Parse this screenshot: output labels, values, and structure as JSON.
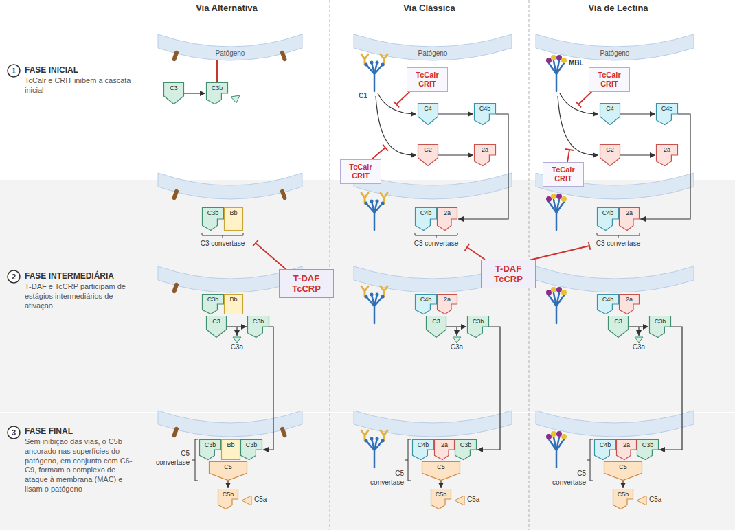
{
  "diagram": {
    "nodes": [
      {
        "text": [
          "C3"
        ]
      },
      {
        "text": [
          "C3b"
        ]
      },
      {
        "text": [
          "TcCalr CRIT"
        ]
      },
      {
        "text": [
          "C4"
        ]
      },
      {
        "text": [
          "C4b"
        ]
      },
      {
        "text": [
          "C2"
        ]
      },
      {
        "text": [
          "2a"
        ]
      },
      {
        "text": [
          "TcCalr CRIT"
        ]
      },
      {
        "text": [
          "TcCalr CRIT"
        ]
      },
      {
        "text": [
          "C4"
        ]
      },
      {
        "text": [
          "C4b"
        ]
      },
      {
        "text": [
          "C2"
        ]
      },
      {
        "text": [
          "2a"
        ]
      },
      {
        "text": [
          "TcCalr CRIT"
        ]
      },
      {
        "text": [
          "C3b"
        ]
      },
      {
        "text": [
          "Bb"
        ]
      },
      {
        "text": [
          "T-DAF TcCRP"
        ]
      },
      {
        "text": [
          "C4b"
        ]
      },
      {
        "text": [
          "2a"
        ]
      },
      {
        "text": [
          "C4b"
        ]
      },
      {
        "text": [
          "2a"
        ]
      },
      {
        "text": [
          "T-DAF TcCRP"
        ]
      },
      {
        "text": [
          "C3b"
        ]
      },
      {
        "text": [
          "Bb"
        ]
      },
      {
        "text": [
          "C3"
        ]
      },
      {
        "text": [
          "C3b"
        ]
      },
      {
        "text": [
          "C4b"
        ]
      },
      {
        "text": [
          "2a"
        ]
      },
      {
        "text": [
          "C3"
        ]
      },
      {
        "text": [
          "C3b"
        ]
      },
      {
        "text": [
          "C4b"
        ]
      },
      {
        "text": [
          "2a"
        ]
      },
      {
        "text": [
          "C3"
        ]
      },
      {
        "text": [
          "C3b"
        ]
      },
      {
        "text": [
          "C3b"
        ]
      },
      {
        "text": [
          "Bb"
        ]
      },
      {
        "text": [
          "C3b"
        ]
      },
      {
        "text": [
          "C5"
        ]
      },
      {
        "text": [
          "C5b"
        ]
      },
      {
        "text": [
          "C4b"
        ]
      },
      {
        "text": [
          "2a"
        ]
      },
      {
        "text": [
          "C3b"
        ]
      },
      {
        "text": [
          "C5"
        ]
      },
      {
        "text": [
          "C5b"
        ]
      },
      {
        "text": [
          "C4b"
        ]
      },
      {
        "text": [
          "2a"
        ]
      },
      {
        "text": [
          "C3b"
        ]
      },
      {
        "text": [
          "C5"
        ]
      },
      {
        "text": [
          "C5b"
        ]
      },
      {
        "text": [
          "1"
        ]
      },
      {
        "text": [
          "2"
        ]
      },
      {
        "text": [
          "3"
        ]
      }
    ],
    "edges": [
      {
        "from": 0,
        "to": 1,
        "arrow": "to"
      },
      {
        "from": 3,
        "to": 4,
        "arrow": "to"
      },
      {
        "from": 5,
        "to": 6,
        "arrow": "to"
      },
      {
        "from": 4,
        "to": 18,
        "arrow": "to"
      },
      {
        "from": 9,
        "to": 10,
        "arrow": "to"
      },
      {
        "from": 11,
        "to": 12,
        "arrow": "to"
      },
      {
        "from": 10,
        "to": 20,
        "arrow": "to"
      },
      {
        "from": 24,
        "to": 25,
        "arrow": "to"
      },
      {
        "from": 25,
        "to": 36,
        "arrow": "to"
      },
      {
        "from": 28,
        "to": 29,
        "arrow": "to"
      },
      {
        "from": 29,
        "to": 41,
        "arrow": "to"
      },
      {
        "from": 32,
        "to": 33,
        "arrow": "to"
      },
      {
        "from": 33,
        "to": 46,
        "arrow": "to"
      },
      {
        "from": 37,
        "to": 38,
        "arrow": "to"
      },
      {
        "from": 42,
        "to": 43,
        "arrow": "to"
      },
      {
        "from": 47,
        "to": 48,
        "arrow": "to"
      }
    ],
    "labels": [
      "Via Alternativa",
      "Via Clássica",
      "Via de Lectina",
      "FASE INICIAL",
      "TcCalr e CRIT inibem a cascata inicial",
      "FASE INTERMEDIÁRIA",
      "T-DAF e TcCRP participam de estágios intermediários de ativação.",
      "FASE FINAL",
      "Sem inibição das vias, o C5b ancorado nas superfícies do patógeno, em conjunto com C6-C9, formam o complexo de ataque à membrana (MAC) e lisam o patógeno",
      "Patógeno",
      "Patógeno",
      "Patógeno",
      "C1",
      "MBL",
      "C3 convertase",
      "C3 convertase",
      "C3 convertase",
      "C3a",
      "C3a",
      "C3a",
      "C5 convertase",
      "C5 convertase",
      "C5 convertase",
      "C5a",
      "C5a",
      "C5a"
    ]
  }
}
